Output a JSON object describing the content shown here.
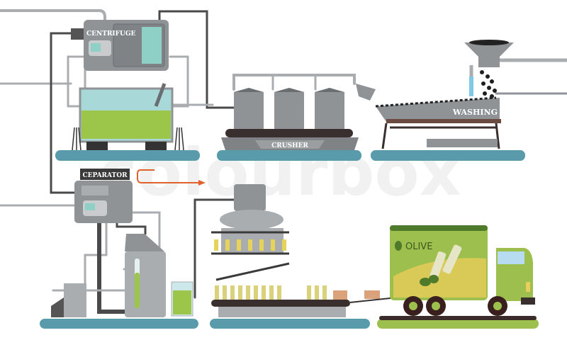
{
  "diagram": {
    "title": "Olive oil production process",
    "stations": [
      {
        "id": "washing",
        "label": "WASHING"
      },
      {
        "id": "crusher",
        "label": "CRUSHER"
      },
      {
        "id": "centrifuge",
        "label": "CENTRIFUGE"
      },
      {
        "id": "separator",
        "label": "CEPARATOR"
      },
      {
        "id": "bottling",
        "label": ""
      },
      {
        "id": "truck",
        "label": "OLIVE"
      }
    ],
    "flow_arrow": "separator-to-bottling",
    "watermark": "colourbox",
    "colors": {
      "platform": "#5a9bab",
      "machine": "#8f9396",
      "machine_dark": "#6a6e71",
      "oil": "#9cc64a",
      "truck_green": "#9cbf4e",
      "truck_dark": "#4f7a2a",
      "arrow": "#e0612c",
      "pipe_dark": "#4a4a4a",
      "pipe_light": "#a9adb0"
    }
  }
}
